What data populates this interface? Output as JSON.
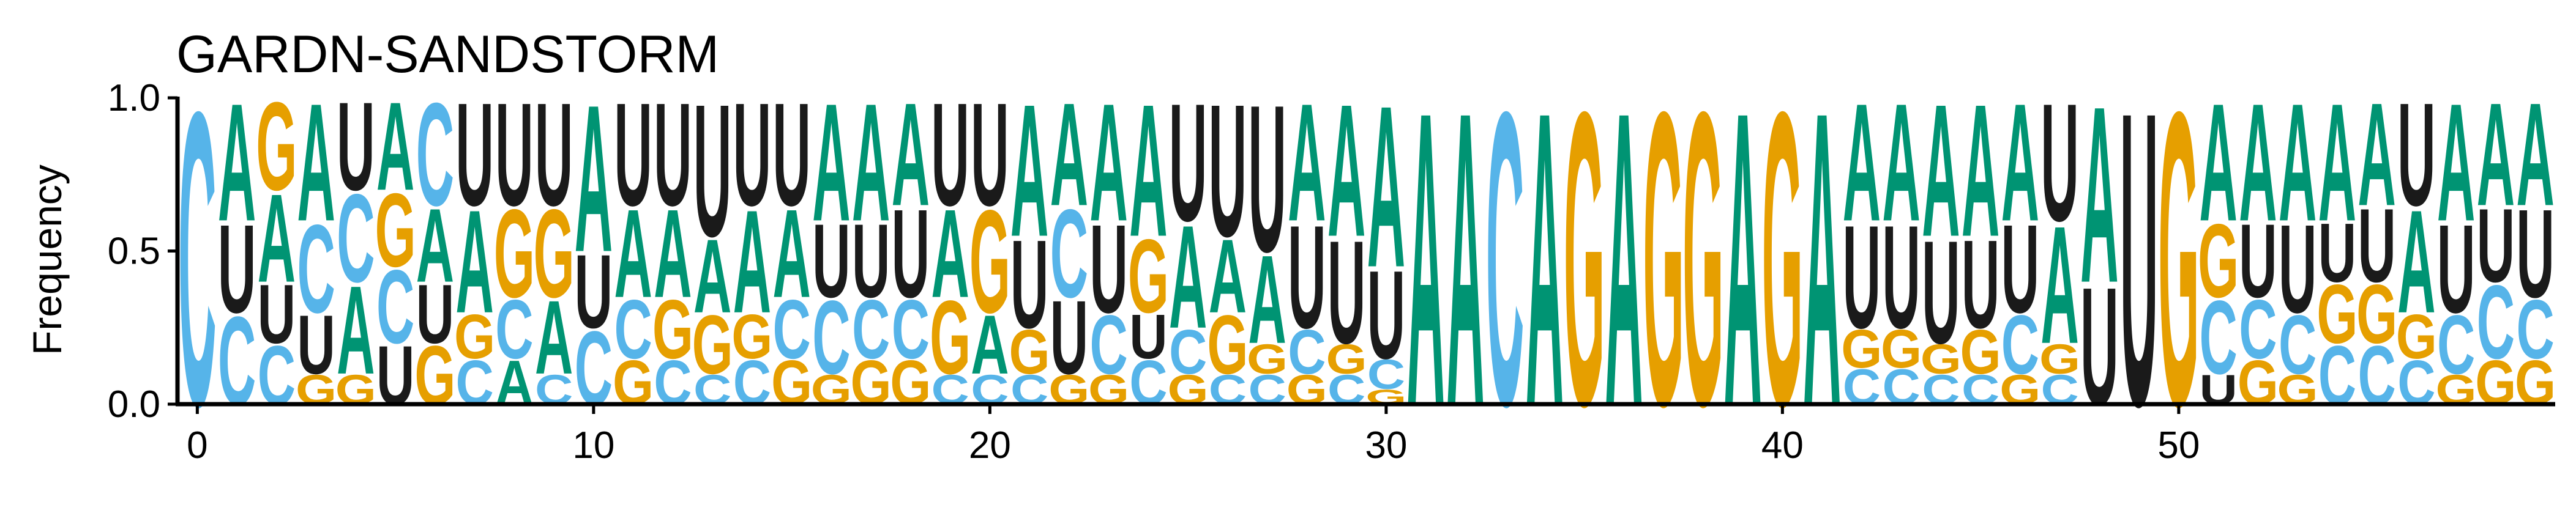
{
  "colors": {
    "A": "#009473",
    "C": "#56B4E9",
    "G": "#E69F00",
    "U": "#1a1a1a"
  },
  "chart_data": {
    "type": "sequence-logo",
    "title": "GARDN-SANDSTORM",
    "xlabel": "",
    "ylabel": "Frequency",
    "xlim": [
      -0.5,
      59.5
    ],
    "ylim": [
      0,
      1
    ],
    "xticks": [
      0,
      10,
      20,
      30,
      40,
      50
    ],
    "xtick_labels": [
      "0",
      "10",
      "20",
      "30",
      "40",
      "50"
    ],
    "yticks": [
      0,
      0.5,
      1
    ],
    "ytick_labels": [
      "0.0",
      "0.5",
      "1.0"
    ],
    "grid": false,
    "legend": "none",
    "letters": [
      "A",
      "C",
      "G",
      "U"
    ],
    "positions": [
      {
        "A": 0.0,
        "C": 1.0,
        "G": 0.0,
        "U": 0.0
      },
      {
        "A": 0.4,
        "C": 0.3,
        "G": 0.0,
        "U": 0.3
      },
      {
        "A": 0.3,
        "C": 0.2,
        "G": 0.3,
        "U": 0.2
      },
      {
        "A": 0.4,
        "C": 0.3,
        "G": 0.1,
        "U": 0.2
      },
      {
        "A": 0.3,
        "C": 0.3,
        "G": 0.1,
        "U": 0.3
      },
      {
        "A": 0.3,
        "C": 0.25,
        "G": 0.25,
        "U": 0.2
      },
      {
        "A": 0.25,
        "C": 0.35,
        "G": 0.2,
        "U": 0.2
      },
      {
        "A": 0.35,
        "C": 0.15,
        "G": 0.15,
        "U": 0.35
      },
      {
        "A": 0.15,
        "C": 0.2,
        "G": 0.3,
        "U": 0.35
      },
      {
        "A": 0.25,
        "C": 0.1,
        "G": 0.3,
        "U": 0.35
      },
      {
        "A": 0.5,
        "C": 0.25,
        "G": 0.0,
        "U": 0.25
      },
      {
        "A": 0.3,
        "C": 0.2,
        "G": 0.15,
        "U": 0.35
      },
      {
        "A": 0.3,
        "C": 0.15,
        "G": 0.2,
        "U": 0.35
      },
      {
        "A": 0.25,
        "C": 0.1,
        "G": 0.2,
        "U": 0.45
      },
      {
        "A": 0.35,
        "C": 0.15,
        "G": 0.15,
        "U": 0.35
      },
      {
        "A": 0.3,
        "C": 0.2,
        "G": 0.15,
        "U": 0.35
      },
      {
        "A": 0.4,
        "C": 0.25,
        "G": 0.1,
        "U": 0.25
      },
      {
        "A": 0.4,
        "C": 0.2,
        "G": 0.15,
        "U": 0.25
      },
      {
        "A": 0.35,
        "C": 0.2,
        "G": 0.15,
        "U": 0.3
      },
      {
        "A": 0.3,
        "C": 0.1,
        "G": 0.25,
        "U": 0.35
      },
      {
        "A": 0.2,
        "C": 0.1,
        "G": 0.35,
        "U": 0.35
      },
      {
        "A": 0.45,
        "C": 0.1,
        "G": 0.15,
        "U": 0.3
      },
      {
        "A": 0.35,
        "C": 0.3,
        "G": 0.1,
        "U": 0.25
      },
      {
        "A": 0.4,
        "C": 0.2,
        "G": 0.1,
        "U": 0.3
      },
      {
        "A": 0.45,
        "C": 0.15,
        "G": 0.25,
        "U": 0.15
      },
      {
        "A": 0.35,
        "C": 0.15,
        "G": 0.1,
        "U": 0.4
      },
      {
        "A": 0.25,
        "C": 0.1,
        "G": 0.2,
        "U": 0.45
      },
      {
        "A": 0.3,
        "C": 0.1,
        "G": 0.1,
        "U": 0.5
      },
      {
        "A": 0.4,
        "C": 0.15,
        "G": 0.1,
        "U": 0.35
      },
      {
        "A": 0.45,
        "C": 0.1,
        "G": 0.1,
        "U": 0.35
      },
      {
        "A": 0.55,
        "C": 0.1,
        "G": 0.05,
        "U": 0.3
      },
      {
        "A": 1.0,
        "C": 0.0,
        "G": 0.0,
        "U": 0.0
      },
      {
        "A": 1.0,
        "C": 0.0,
        "G": 0.0,
        "U": 0.0
      },
      {
        "A": 0.0,
        "C": 1.0,
        "G": 0.0,
        "U": 0.0
      },
      {
        "A": 1.0,
        "C": 0.0,
        "G": 0.0,
        "U": 0.0
      },
      {
        "A": 0.0,
        "C": 0.0,
        "G": 1.0,
        "U": 0.0
      },
      {
        "A": 1.0,
        "C": 0.0,
        "G": 0.0,
        "U": 0.0
      },
      {
        "A": 0.0,
        "C": 0.0,
        "G": 1.0,
        "U": 0.0
      },
      {
        "A": 0.0,
        "C": 0.0,
        "G": 1.0,
        "U": 0.0
      },
      {
        "A": 1.0,
        "C": 0.0,
        "G": 0.0,
        "U": 0.0
      },
      {
        "A": 0.0,
        "C": 0.0,
        "G": 1.0,
        "U": 0.0
      },
      {
        "A": 1.0,
        "C": 0.0,
        "G": 0.0,
        "U": 0.0
      },
      {
        "A": 0.4,
        "C": 0.12,
        "G": 0.13,
        "U": 0.35
      },
      {
        "A": 0.4,
        "C": 0.12,
        "G": 0.13,
        "U": 0.35
      },
      {
        "A": 0.45,
        "C": 0.1,
        "G": 0.1,
        "U": 0.35
      },
      {
        "A": 0.45,
        "C": 0.1,
        "G": 0.15,
        "U": 0.3
      },
      {
        "A": 0.4,
        "C": 0.2,
        "G": 0.1,
        "U": 0.3
      },
      {
        "A": 0.4,
        "C": 0.1,
        "G": 0.1,
        "U": 0.4
      },
      {
        "A": 0.6,
        "C": 0.0,
        "G": 0.0,
        "U": 0.4
      },
      {
        "A": 0.0,
        "C": 0.0,
        "G": 0.0,
        "U": 1.0
      },
      {
        "A": 0.0,
        "C": 0.0,
        "G": 1.0,
        "U": 0.0
      },
      {
        "A": 0.4,
        "C": 0.25,
        "G": 0.25,
        "U": 0.1
      },
      {
        "A": 0.4,
        "C": 0.2,
        "G": 0.15,
        "U": 0.25
      },
      {
        "A": 0.4,
        "C": 0.2,
        "G": 0.1,
        "U": 0.3
      },
      {
        "A": 0.4,
        "C": 0.2,
        "G": 0.2,
        "U": 0.2
      },
      {
        "A": 0.35,
        "C": 0.2,
        "G": 0.2,
        "U": 0.25
      },
      {
        "A": 0.35,
        "C": 0.15,
        "G": 0.15,
        "U": 0.35
      },
      {
        "A": 0.4,
        "C": 0.2,
        "G": 0.1,
        "U": 0.3
      },
      {
        "A": 0.35,
        "C": 0.25,
        "G": 0.15,
        "U": 0.25
      },
      {
        "A": 0.35,
        "C": 0.2,
        "G": 0.15,
        "U": 0.3
      }
    ]
  }
}
